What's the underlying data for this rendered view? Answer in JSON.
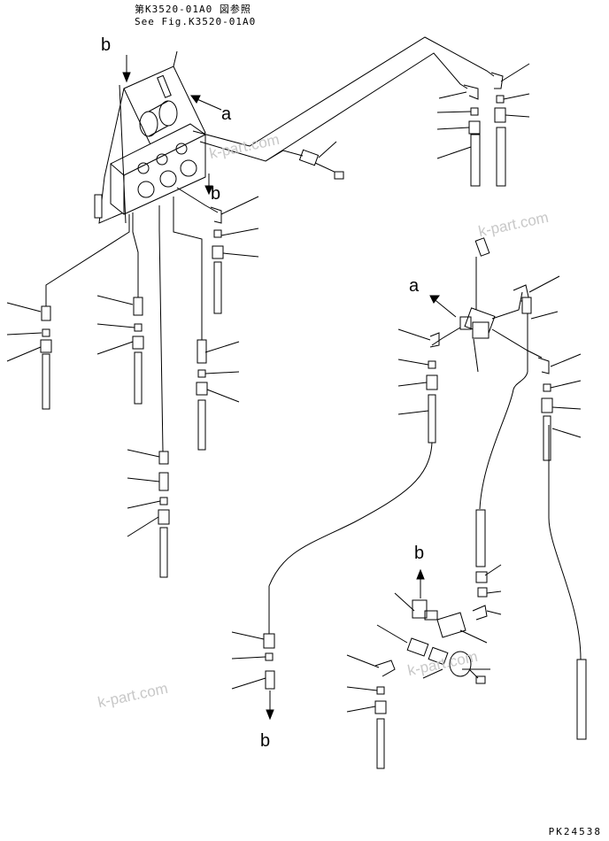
{
  "header": {
    "ref_jp": "第K3520-01A0 図参照",
    "ref_en": "See Fig.K3520-01A0"
  },
  "labels": {
    "a1": "a",
    "a2": "a",
    "b1": "b",
    "b2": "b",
    "b3": "b",
    "b4": "b"
  },
  "watermarks": [
    "k-part.com",
    "k-part.com",
    "k-part.com",
    "k-part.com"
  ],
  "drawing_code": "PK24538",
  "colors": {
    "line": "#000000",
    "watermark": "#c8c8c8",
    "background": "#ffffff"
  }
}
